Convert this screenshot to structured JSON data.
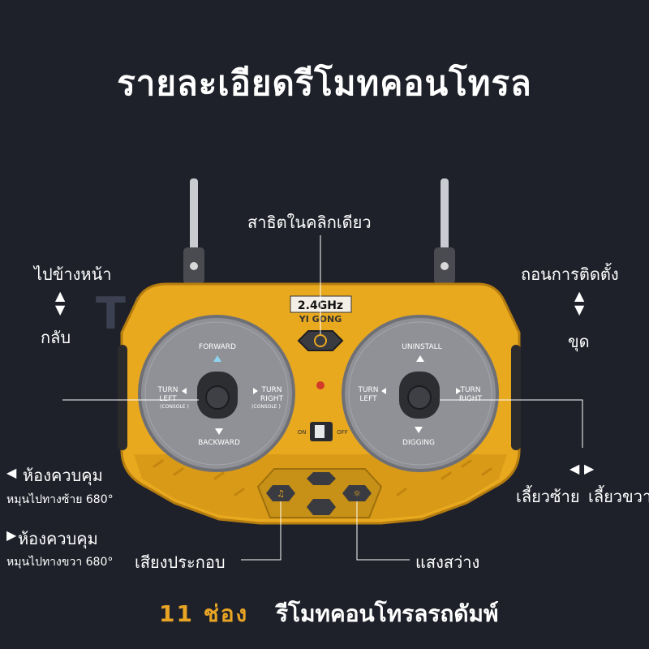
{
  "title": "รายละเอียดรีโมทคอนโทรล",
  "watermark": "TANMON",
  "remote": {
    "band_label": "2.4GHz",
    "brand_label": "YI GONG",
    "switch_on": "ON",
    "switch_off": "OFF",
    "left_pad": {
      "forward": "FORWARD",
      "backward": "BACKWARD",
      "turn_left_1": "TURN",
      "turn_left_2": "LEFT",
      "turn_left_3": "(CONSOLE )",
      "turn_right_1": "TURN",
      "turn_right_2": "RIGHT",
      "turn_right_3": "(CONSOLE )"
    },
    "right_pad": {
      "uninstall": "UNINSTALL",
      "digging": "DIGGING",
      "turn_left_1": "TURN",
      "turn_left_2": "LEFT",
      "turn_right_1": "TURN",
      "turn_right_2": "RIGHT"
    }
  },
  "labels": {
    "demo": "สาธิตในคลิกเดียว",
    "forward": "ไปข้างหน้า",
    "back": "กลับ",
    "uninstall": "ถอนการติดตั้ง",
    "dig": "ขุด",
    "cab_left_title": "ห้องควบคุม",
    "cab_left_sub": "หมุนไปทางซ้าย 680°",
    "cab_right_title": "ห้องควบคุม",
    "cab_right_sub": "หมุนไปทางขวา 680°",
    "turn_left": "เลี้ยวซ้าย",
    "turn_right": "เลี้ยวขวา",
    "sound": "เสียงประกอบ",
    "light": "แสงสว่าง"
  },
  "footer": {
    "channels": "11 ช่อง",
    "product": "รีโมทคอนโทรลรถดัมพ์"
  },
  "colors": {
    "background": "#1f212a",
    "remote_yellow": "#e9a91f",
    "pad_grey": "#8f9196",
    "accent_orange": "#e8a424"
  }
}
